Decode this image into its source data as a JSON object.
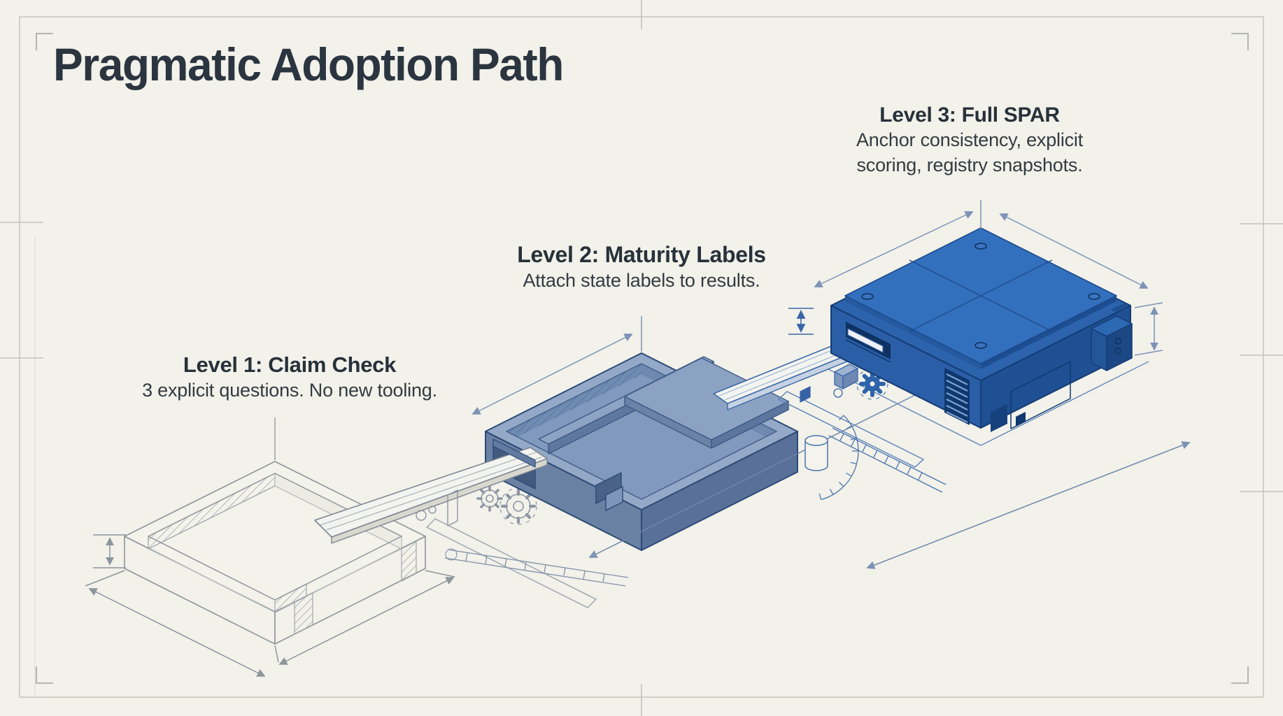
{
  "title": "Pragmatic Adoption Path",
  "levels": [
    {
      "id": "level-1",
      "heading": "Level 1: Claim Check",
      "desc_lines": [
        "3 explicit questions. No new tooling."
      ]
    },
    {
      "id": "level-2",
      "heading": "Level 2: Maturity Labels",
      "desc_lines": [
        "Attach state labels to results."
      ]
    },
    {
      "id": "level-3",
      "heading": "Level 3: Full SPAR",
      "desc_lines": [
        "Anchor consistency, explicit",
        "scoring, registry snapshots."
      ]
    }
  ],
  "illustration": {
    "style": "isometric blueprint",
    "platform_1": "empty wireframe tray",
    "platform_2": "half-toned tray with compartments and plate",
    "platform_3": "fully built blue unit with lid panels",
    "connectors": [
      "conveyor-ramp from level 1 to level 2",
      "conveyor-ramp from level 2 to level 3"
    ]
  },
  "colors": {
    "background": "#f2f1ea",
    "frame_line": "#c6c8bd",
    "bracket": "#b4b7ac",
    "ink": "#2b3540",
    "text_secondary": "#333b42",
    "wireframe_gray": "#8e969b",
    "sketch_gray": "#98a1a8",
    "sketch_blue": "#5b82b8",
    "dim_blue": "#7d93b5",
    "accent_blue": "#3a66a8",
    "level2_top": "#93a9c7",
    "level2_floor": "#8199bd",
    "level2_side_left": "#6a81a4",
    "level2_side_right": "#59719a",
    "level3_top": "#2b63ac",
    "level3_lid": "#3270bd",
    "level3_side_left": "#2a5fa8",
    "level3_side_right": "#1f5094",
    "level3_dark": "#0f3263",
    "conveyor_fill": "#f3f4f0"
  }
}
